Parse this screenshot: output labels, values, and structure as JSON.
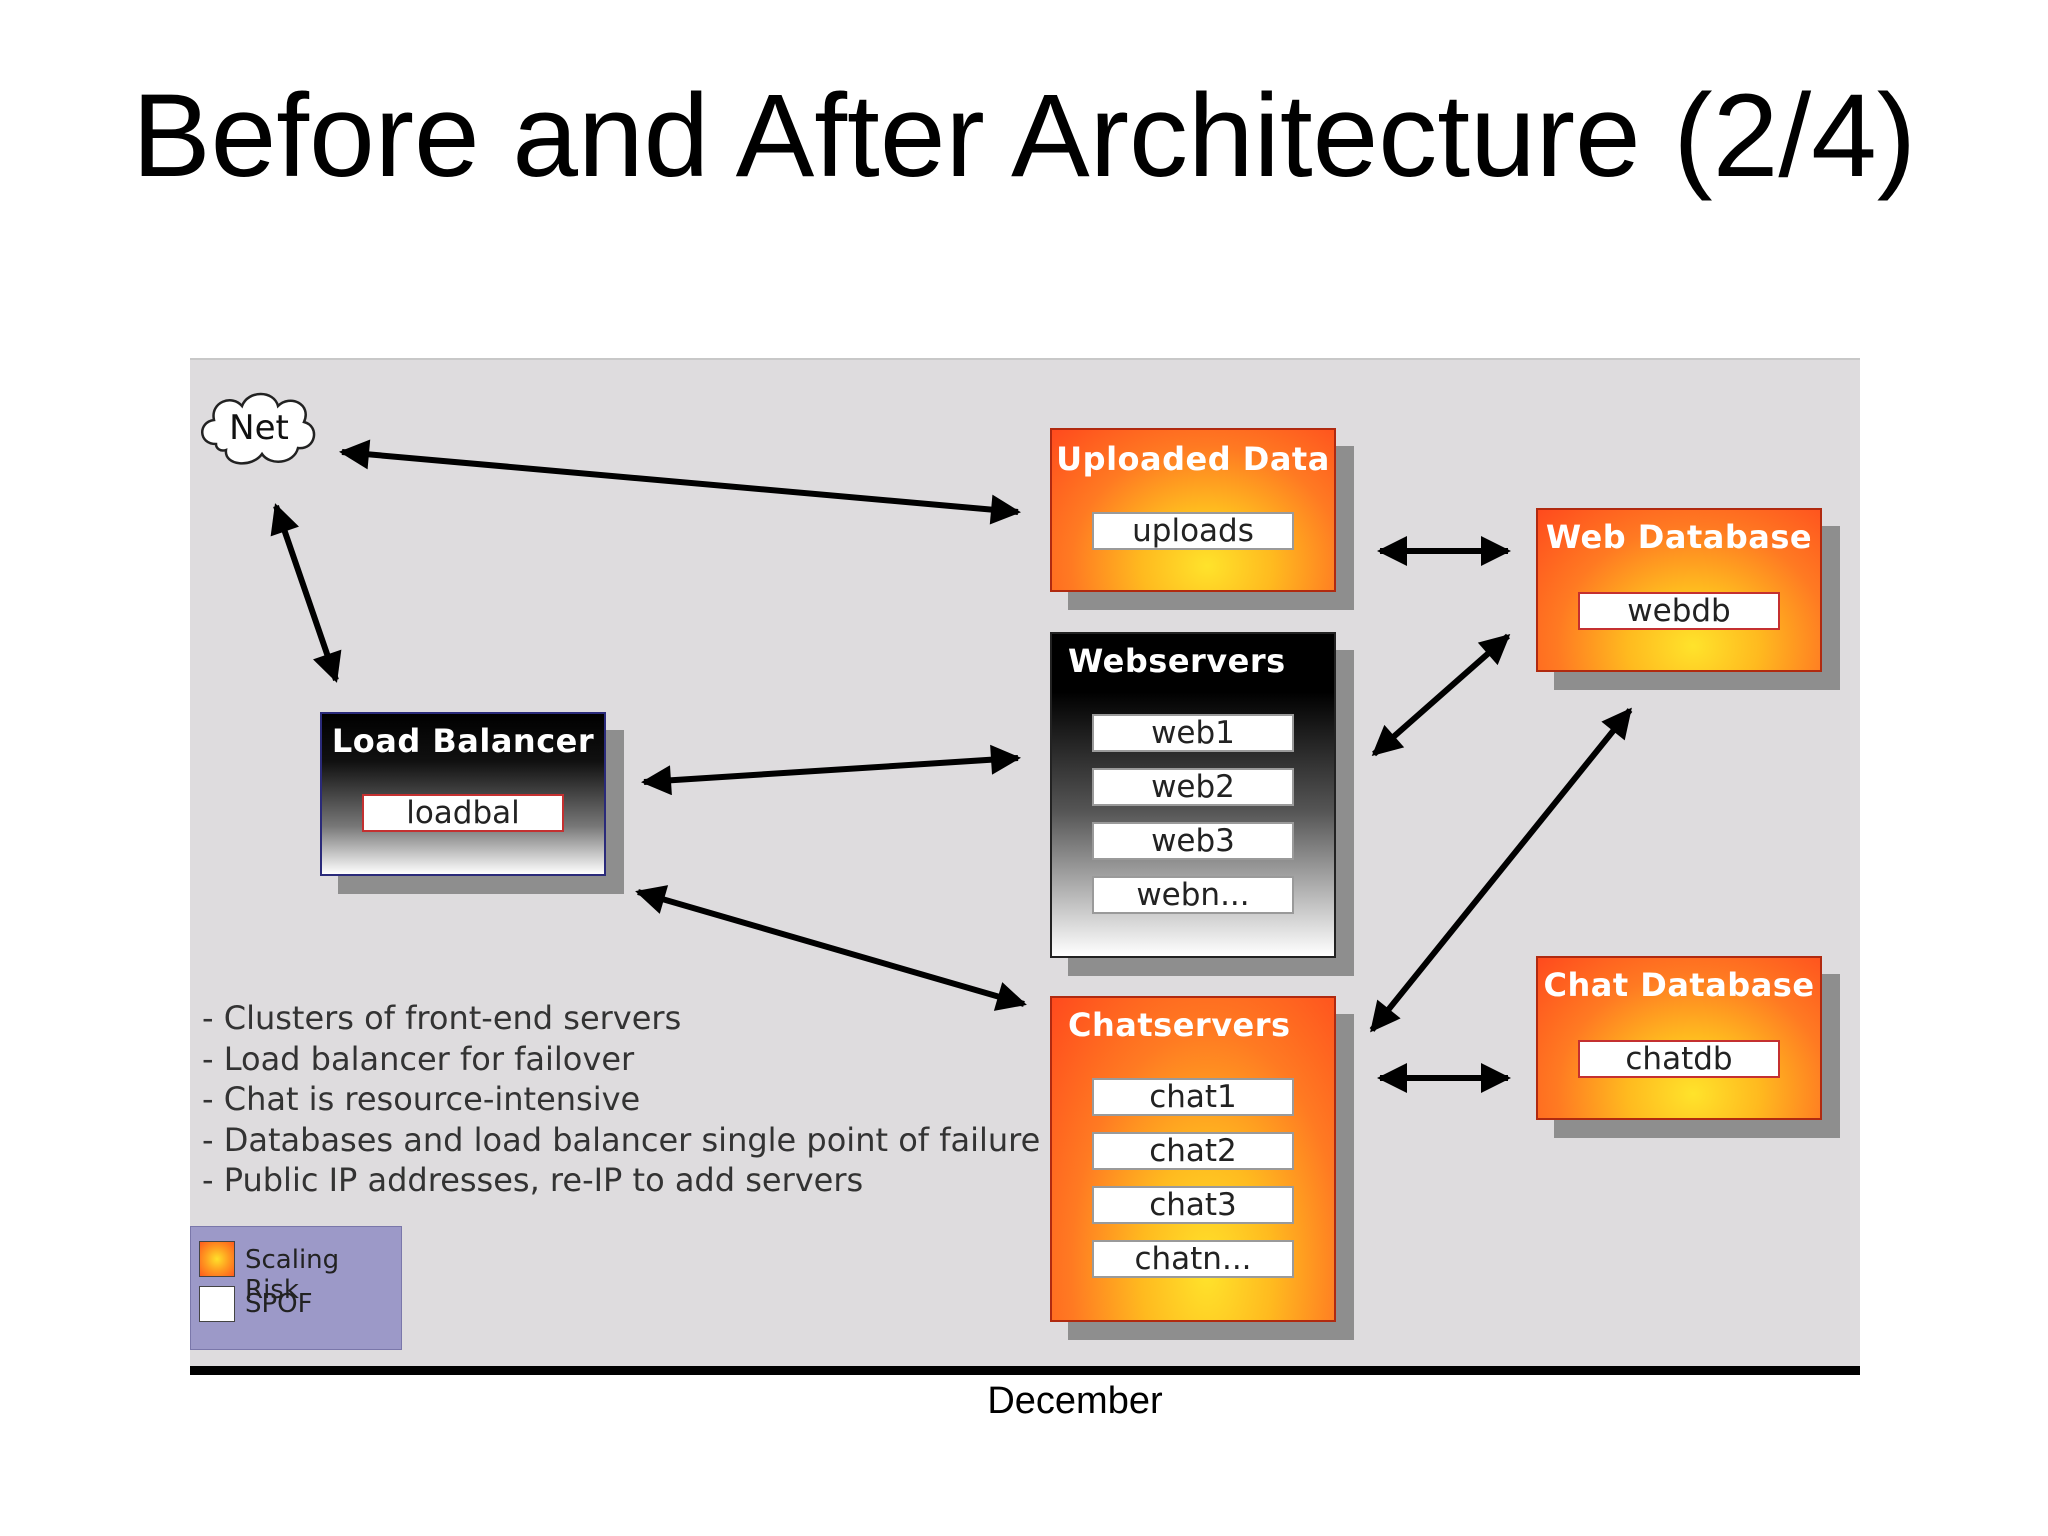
{
  "title": "Before and After Architecture (2/4)",
  "footer": "December",
  "net_label": "Net",
  "boxes": {
    "uploaded_data": {
      "title": "Uploaded Data",
      "items": [
        "uploads"
      ]
    },
    "webservers": {
      "title": "Webservers",
      "items": [
        "web1",
        "web2",
        "web3",
        "webn..."
      ]
    },
    "load_balancer": {
      "title": "Load Balancer",
      "items": [
        "loadbal"
      ]
    },
    "chatservers": {
      "title": "Chatservers",
      "items": [
        "chat1",
        "chat2",
        "chat3",
        "chatn..."
      ]
    },
    "web_database": {
      "title": "Web Database",
      "items": [
        "webdb"
      ]
    },
    "chat_database": {
      "title": "Chat Database",
      "items": [
        "chatdb"
      ]
    }
  },
  "notes": [
    "- Clusters of front-end servers",
    "- Load balancer for failover",
    "- Chat is resource-intensive",
    "- Databases and load balancer single point of failure",
    "- Public IP addresses, re-IP to add servers"
  ],
  "legend": {
    "scaling_risk": "Scaling Risk",
    "spof": "SPOF"
  },
  "colors": {
    "risk_gradient_center": "#ffe32b",
    "risk_gradient_edge": "#ff4a1d",
    "canvas_background": "#dedcde",
    "legend_background": "#9c99c8"
  }
}
